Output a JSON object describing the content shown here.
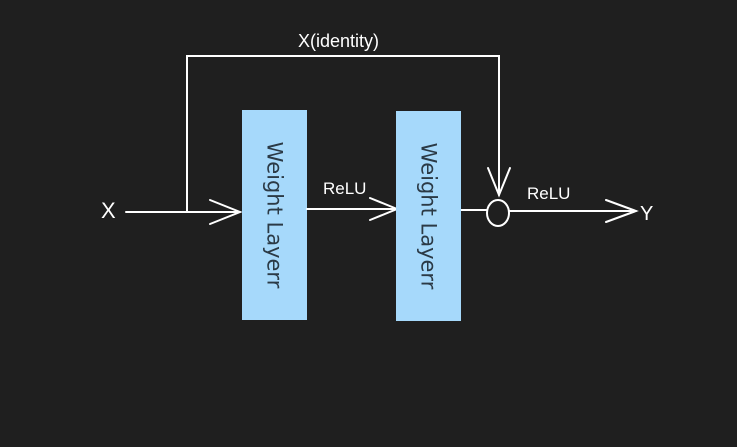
{
  "colors": {
    "background": "#1f1f1f",
    "line": "#ffffff",
    "block_fill": "#a6d9fb",
    "block_text": "#2b3a46"
  },
  "labels": {
    "input": "X",
    "skip": "X(identity)",
    "relu_mid": "ReLU",
    "relu_out": "ReLU",
    "output": "Y"
  },
  "blocks": [
    {
      "label": "Weight Layerr"
    },
    {
      "label": "Weight Layerr"
    }
  ],
  "adder_symbol": "circle"
}
